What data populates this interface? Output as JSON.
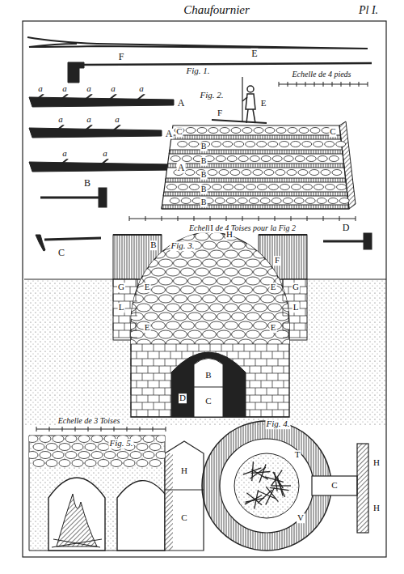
{
  "diagram": {
    "title": "Chaufournier",
    "labels": [
      "Pl I.",
      "E",
      "F",
      "Fig. 1.",
      "a",
      "a",
      "a",
      "a",
      "a",
      "A",
      "a",
      "a",
      "a",
      "A",
      "a",
      "a",
      "A",
      "B",
      "C",
      "D",
      "Fig. 2.",
      "Echelle de 4 pieds",
      "E",
      "F",
      "C",
      "C",
      "B",
      "B",
      "B",
      "B",
      "B",
      "Echelle de 4 Toises pour la Fig 2",
      "Fig. 3.",
      "I",
      "H",
      "B",
      "F",
      "G",
      "L",
      "E",
      "E",
      "G",
      "L",
      "E",
      "E",
      "B",
      "D",
      "C",
      "Echelle de 3 Toises",
      "Fig. 5.",
      "H",
      "C",
      "Fig. 4.",
      "T",
      "H",
      "C",
      "H",
      "V"
    ]
  }
}
